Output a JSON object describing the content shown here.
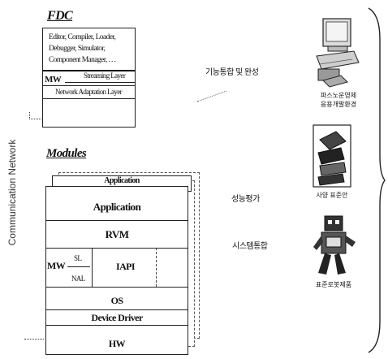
{
  "fdc": {
    "title": "FDC",
    "tools_lines": [
      "Editor, Compiler, Loader,",
      "Debugger, Simulator,",
      "Component Manager, . . ."
    ],
    "mw_label": "MW",
    "streaming_layer": "Streaming Layer",
    "network_adaptation_layer": "Network Adaptation Layer"
  },
  "network_label": "Communication Network",
  "modules": {
    "title": "Modules",
    "back_application": "Application",
    "application": "Application",
    "rvm": "RVM",
    "mw_label": "MW",
    "sl": "SL",
    "nal": "NAL",
    "iapi": "IAPI",
    "os": "OS",
    "device_driver": "Device Driver",
    "hw": "HW"
  },
  "arrows": {
    "function_integration": "기능통합 및 완성",
    "performance_evaluation": "성능평가",
    "system_integration": "시스템통합"
  },
  "icons": {
    "computer_caption": "파스노운영체\n응용개발환경",
    "books_caption": "사양 표준안",
    "robot_caption": "표준로봇제품"
  }
}
